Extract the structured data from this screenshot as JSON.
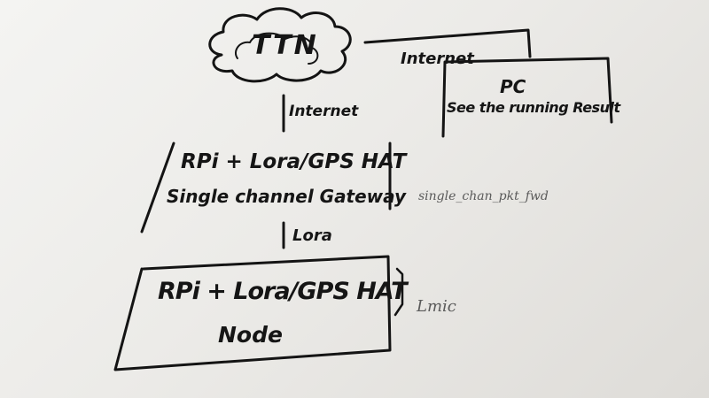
{
  "cloud": {
    "label": "TTN"
  },
  "links": {
    "ttn_to_pc": "Internet",
    "ttn_to_gateway": "Internet",
    "gateway_to_node": "Lora"
  },
  "pc": {
    "title": "PC",
    "subtitle": "See the running Result"
  },
  "gateway": {
    "line1": "RPi + Lora/GPS HAT",
    "line2": "Single channel Gateway",
    "note": "single_chan_pkt_fwd"
  },
  "node": {
    "line1": "RPi + Lora/GPS HAT",
    "line2": "Node",
    "note": "Lmic"
  }
}
